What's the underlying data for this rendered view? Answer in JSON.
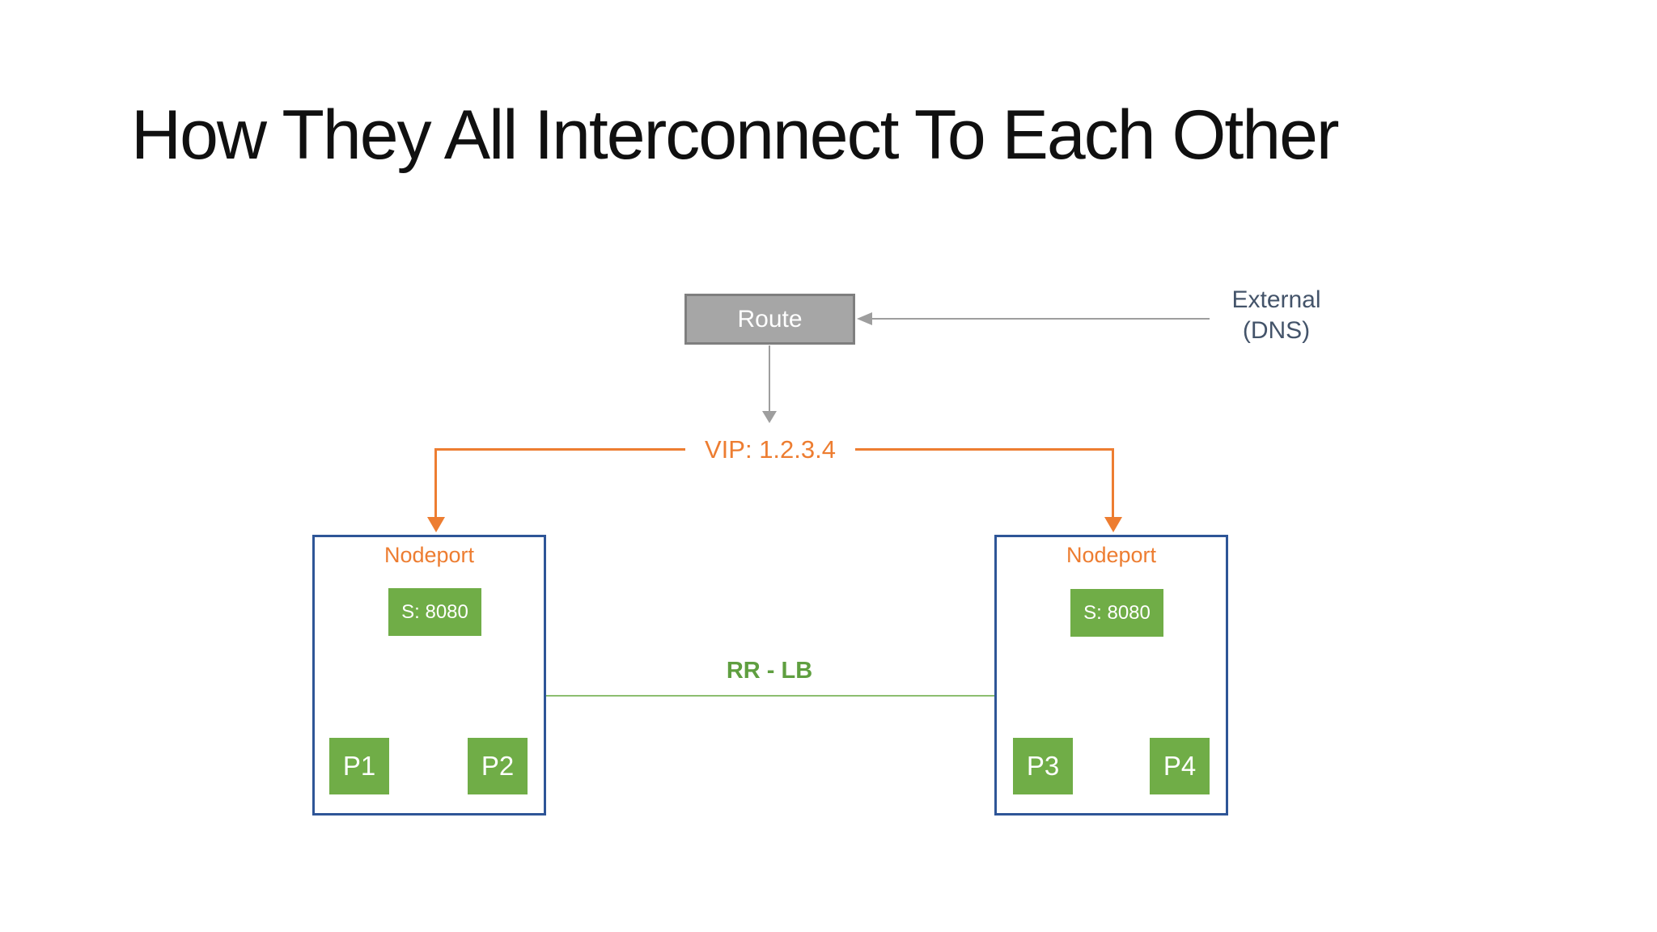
{
  "slide": {
    "title": "How They All Interconnect To Each Other"
  },
  "diagram": {
    "route": {
      "label": "Route"
    },
    "external": {
      "line1": "External",
      "line2": "(DNS)"
    },
    "vip": {
      "label": "VIP: 1.2.3.4"
    },
    "load_balancer": {
      "label": "RR - LB"
    },
    "nodeports": [
      {
        "label": "Nodeport",
        "service": {
          "label": "S: 8080"
        },
        "pods": [
          {
            "label": "P1"
          },
          {
            "label": "P2"
          }
        ]
      },
      {
        "label": "Nodeport",
        "service": {
          "label": "S: 8080"
        },
        "pods": [
          {
            "label": "P3"
          },
          {
            "label": "P4"
          }
        ]
      }
    ],
    "connections": [
      {
        "from": "External (DNS)",
        "to": "Route",
        "style": "gray-arrow"
      },
      {
        "from": "Route",
        "to": "VIP: 1.2.3.4",
        "style": "gray-arrow"
      },
      {
        "from": "VIP: 1.2.3.4",
        "to": "Nodeport (left)",
        "style": "orange-arrow"
      },
      {
        "from": "VIP: 1.2.3.4",
        "to": "Nodeport (right)",
        "style": "orange-arrow"
      },
      {
        "from": "S: 8080 (both nodeports)",
        "to": "P1, P2, P3, P4",
        "style": "green-line",
        "label": "RR - LB"
      }
    ],
    "colors": {
      "orange": "#ED7D31",
      "green": "#70AD47",
      "green_line": "#8CBE70",
      "green_text": "#5F9F40",
      "blue_border": "#2E5597",
      "gray_fill": "#A6A6A6",
      "gray_border": "#7F7F7F",
      "gray_line": "#9E9E9E",
      "dark_text": "#44546A"
    }
  }
}
